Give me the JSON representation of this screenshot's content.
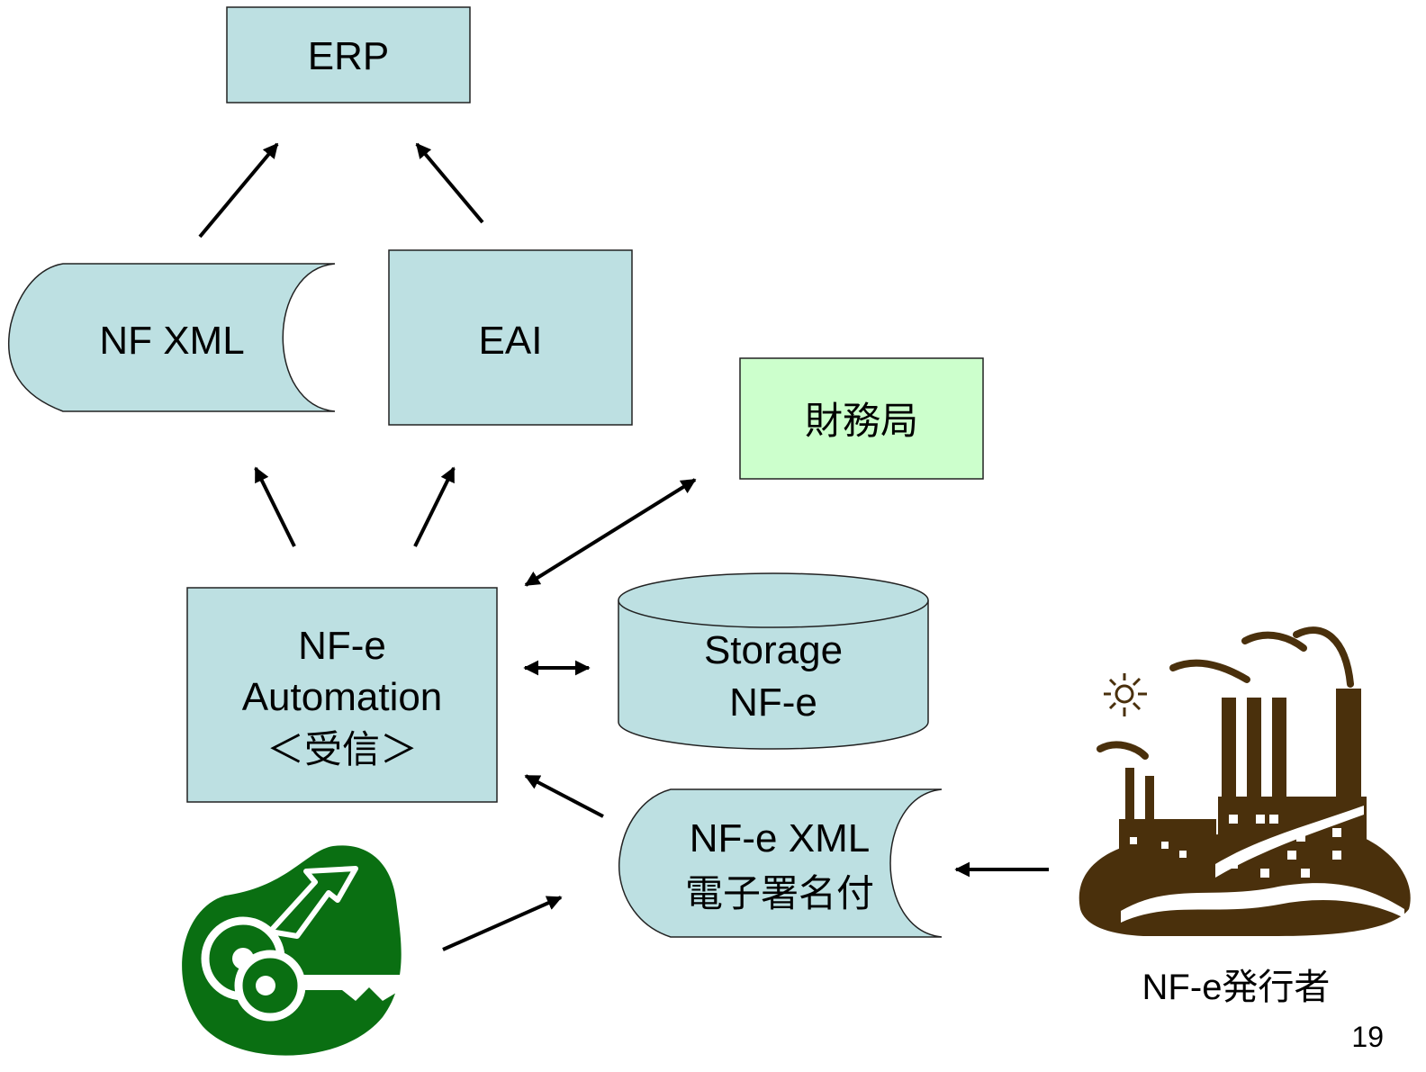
{
  "diagram": {
    "nodes": {
      "erp": {
        "lines": [
          "ERP"
        ],
        "fill": "#bde0e2",
        "shape": "rectangle"
      },
      "nf_xml": {
        "lines": [
          "NF XML"
        ],
        "fill": "#bde0e2",
        "shape": "stored-data"
      },
      "eai": {
        "lines": [
          "EAI"
        ],
        "fill": "#bde0e2",
        "shape": "rectangle"
      },
      "zaimukyoku": {
        "lines": [
          "財務局"
        ],
        "fill": "#ccffcc",
        "shape": "rectangle"
      },
      "automation": {
        "lines": [
          "NF-e",
          "Automation",
          "＜受信＞"
        ],
        "fill": "#bde0e2",
        "shape": "rectangle"
      },
      "storage": {
        "lines": [
          "Storage",
          "NF-e"
        ],
        "fill": "#bde0e2",
        "shape": "cylinder"
      },
      "nfe_xml": {
        "lines": [
          "NF-e XML",
          "電子署名付"
        ],
        "fill": "#bde0e2",
        "shape": "stored-data"
      }
    },
    "issuer_label": "NF-e発行者",
    "icons": {
      "key": "key-icon",
      "factory": "factory-icon"
    },
    "icon_colors": {
      "key": "#0a6f12",
      "factory": "#4a300c"
    }
  },
  "page_number": "19"
}
